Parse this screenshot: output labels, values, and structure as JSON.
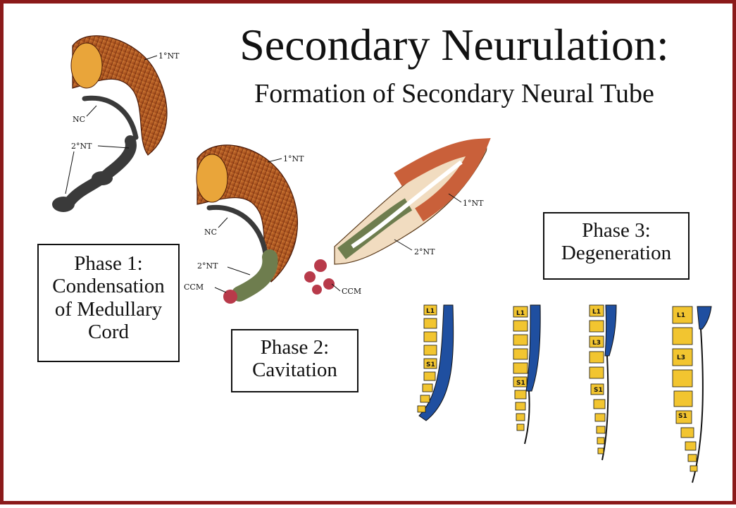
{
  "title": "Secondary Neurulation:",
  "subtitle": "Formation of Secondary Neural Tube",
  "phases": [
    {
      "lines": [
        "Phase 1:",
        "Condensation",
        "of Medullary",
        "Cord"
      ]
    },
    {
      "lines": [
        "Phase 2:",
        "Cavitation"
      ]
    },
    {
      "lines": [
        "Phase 3:",
        "Degeneration"
      ]
    }
  ],
  "labels": {
    "nt1": "1°NT",
    "nc": "NC",
    "nt2": "2°NT",
    "ccm": "CCM"
  },
  "vertebra_labels": {
    "l1": "L1",
    "l3": "L3",
    "s1": "S1"
  },
  "colors": {
    "border": "#8b1a1a",
    "tube_orange": "#b5541f",
    "tube_dark": "#3a3a3a",
    "tube_green": "#6e7d4e",
    "ccm_red": "#b83a4a",
    "vertebra_yellow": "#f2c530",
    "cord_blue": "#1f4fa0"
  }
}
